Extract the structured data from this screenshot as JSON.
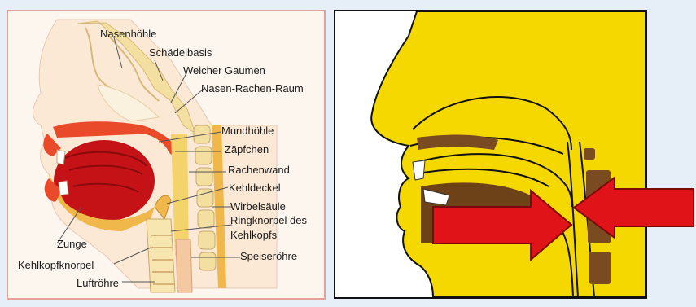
{
  "colors": {
    "bone": "#f7e6b0",
    "cavity": "#f4d36a",
    "tongue": "#c41216",
    "tissue": "#f0b84a",
    "skin": "#f8e1c8",
    "head_yellow": "#f5d800",
    "arrow_red": "#e01418"
  },
  "labels": {
    "nasenhoehle": "Nasenhöhle",
    "schaedelbasis": "Schädelbasis",
    "weicher_gaumen": "Weicher Gaumen",
    "nasen_rachen_raum": "Nasen-Rachen-Raum",
    "mundhoehle": "Mundhöhle",
    "zaepfchen": "Zäpfchen",
    "rachenwand": "Rachenwand",
    "kehldeckel": "Kehldeckel",
    "wirbelsaeule": "Wirbelsäule",
    "ringknorpel_line1": "Ringknorpel des",
    "ringknorpel_line2": "Kehlkopfs",
    "speiseroehre": "Speiseröhre",
    "zunge": "Zunge",
    "kehlkopfknorpel": "Kehlkopfknorpel",
    "luftroehre": "Luftröhre"
  },
  "icons": {
    "left_arrow": "arrow-right-icon",
    "right_arrow": "arrow-left-icon"
  }
}
